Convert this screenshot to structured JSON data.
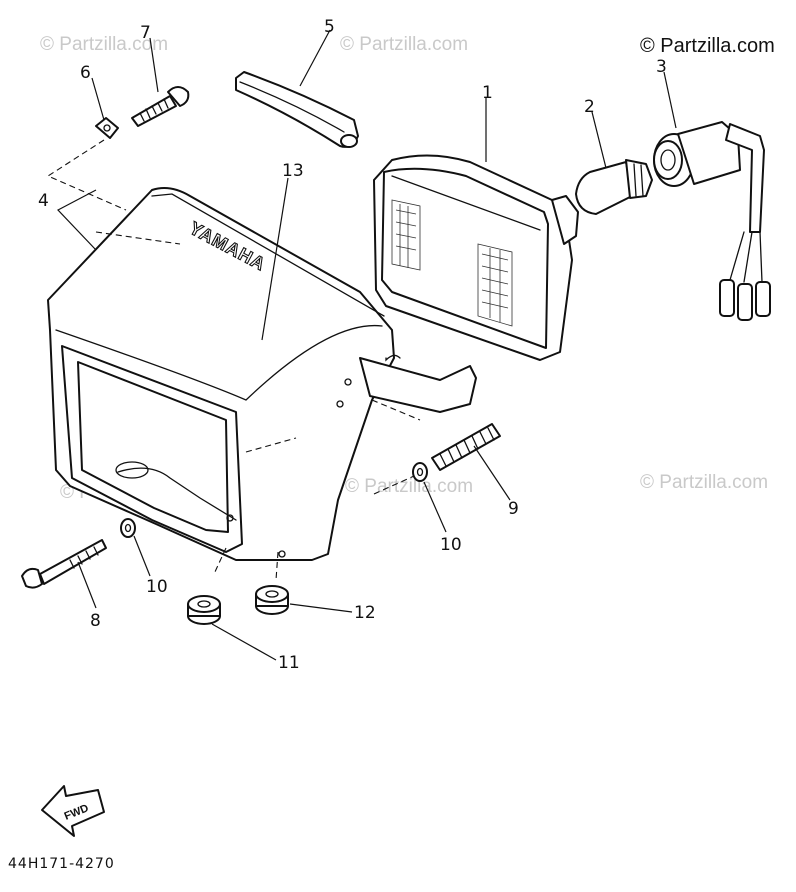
{
  "watermarks": {
    "main": "© Partzilla.com",
    "faint": "© Partzilla.com"
  },
  "callouts": {
    "c1": "1",
    "c2": "2",
    "c3": "3",
    "c4": "4",
    "c5": "5",
    "c6": "6",
    "c7": "7",
    "c8": "8",
    "c9": "9",
    "c10a": "10",
    "c10b": "10",
    "c11": "11",
    "c12": "12",
    "c13": "13"
  },
  "housing_brand": "YAMAHA",
  "fwd_label": "FWD",
  "diagram_code": "44H171-4270"
}
